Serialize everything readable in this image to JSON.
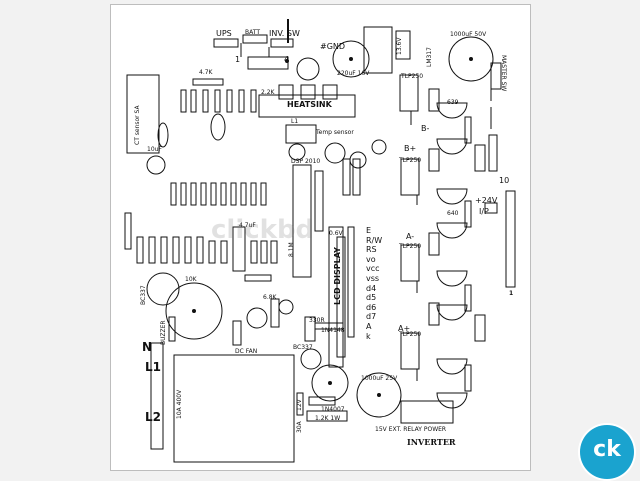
{
  "board": {
    "labels": {
      "ups": "UPS",
      "batt": "BATT",
      "inv_sw": "INV. SW",
      "gnd": "#GND",
      "cap_top": "1000uF 50V",
      "reg_136": "13.6V",
      "lm317": "LM317",
      "master_sw": "MASTER SW",
      "ct_sensor": "CT sensor SA",
      "heatsink": "HEATSINK",
      "temp_sensor": "Temp sensor",
      "l1_label": "L1",
      "r47k": "4.7K",
      "cap220": "220uF 16V",
      "tlp250_1": "TLP250",
      "tlp250_2": "TLP250",
      "tlp250_3": "TLP250",
      "tlp250_4": "TLP250",
      "bplus": "B+",
      "aminus": "A-",
      "bminus": "B-",
      "aplus": "A+",
      "v24": "+24V",
      "ip": "I/P",
      "num10": "10",
      "num1_top": "1",
      "num4": "4",
      "num1_right": "1",
      "v06": "0.6V",
      "lcd_display": "LCD DISPLAY",
      "dc_fan": "DC FAN",
      "bc337_1": "BC337",
      "bc337_2": "BC337",
      "n_label": "N",
      "l1": "L1",
      "l2": "L2",
      "relay_power": "15V EXT. RELAY POWER",
      "inverter": "INVERTER",
      "cap1000_25": "1000uF 25V",
      "cap10uf": "10uF",
      "r10k": "10K",
      "buzzer": "BUZZER",
      "r330": "330R",
      "r12k": "1.2K 1W",
      "in4148": "1N4148",
      "in4007": "1N4007",
      "q639": "639",
      "q640": "640",
      "cap47uf": "4.7uF",
      "r22k": "2.2K",
      "r68k": "6.8K",
      "v12": "12V",
      "a30": "30A",
      "a10_400": "10A 400V",
      "dsp": "DSP 2010",
      "r8_1": "8.1M",
      "watermark": "clickbd"
    },
    "lcd_pins": [
      "E",
      "R/W",
      "RS",
      "vo",
      "vcc",
      "vss",
      "d4",
      "d5",
      "d6",
      "d7",
      "A",
      "k"
    ]
  },
  "logo": {
    "text": "ck",
    "color": "#1aa3cf"
  }
}
